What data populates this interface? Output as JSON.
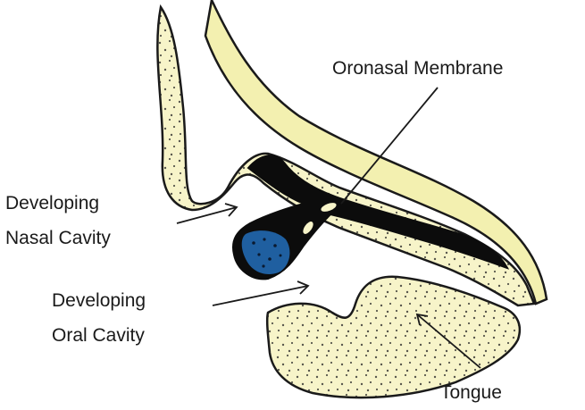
{
  "labels": {
    "oronasal_membrane": "Oronasal Membrane",
    "developing_nasal_cavity_line1": "Developing",
    "developing_nasal_cavity_line2": "Nasal Cavity",
    "developing_oral_cavity_line1": "Developing",
    "developing_oral_cavity_line2": "Oral Cavity",
    "tongue": "Tongue"
  },
  "colors": {
    "background": "#ffffff",
    "tissue_fill": "#f7f4c9",
    "outer_band_fill": "#f3f0b0",
    "outline": "#1a1a1a",
    "membrane": "#0c0c0c",
    "cavity_blue": "#1f5fa0",
    "stipple": "#222222"
  }
}
